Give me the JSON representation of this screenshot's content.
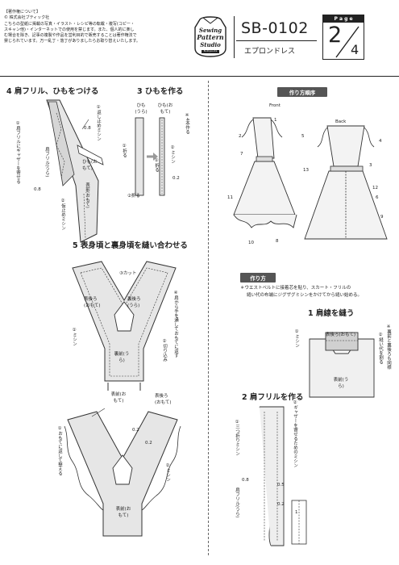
{
  "copyright": {
    "heading": "【著作権について】",
    "owner": "© 株式会社ブティック社",
    "lines": [
      "こちらの型紙に掲載の写真・イラスト・レシピ等の転載・複写(コピー・",
      "スキャン他)・インターネットでの使用を禁じます。また、個人的に楽し",
      "む場合を除き、記事の複製や作品を営利目的で販売することは著作権法で",
      "禁じられています。万一乱丁・落丁がありましたらお取り替えいたします。"
    ]
  },
  "logo": {
    "line1": "Sewing",
    "line2": "Pattern",
    "line3": "Studio",
    "tag": "Boutique-sha"
  },
  "header": {
    "code": "SB-0102",
    "name": "エプロンドレス",
    "page_label": "P a g e",
    "page_current": "2",
    "page_total": "4"
  },
  "step4": {
    "title": "4 肩フリル、ひもをつける",
    "label_stop": "①返し止めミシン",
    "label_gather": "①肩フリルにギャザーを寄せる",
    "label_frill": "肩フリル(うら)",
    "label_tie": "ひも(おもて)",
    "label_front": "表前(おもて)",
    "label_zigzag": "②仮止めミシン",
    "num_a": "0.8",
    "num_b": "0.8"
  },
  "step3": {
    "title": "3 ひもを作る",
    "tie_ura": "ひも(うら)",
    "tie_omote": "ひも(おもて)",
    "note": "※4本作る",
    "fold1": "①折る",
    "fold2": "②折る",
    "fold3": "①折る",
    "stitch": "②ミシン",
    "num": "0.2"
  },
  "step5": {
    "title": "5 表身頃と裏身頃を縫い合わせる",
    "cut": "③カット",
    "back_outer": "表後ろ(おもて)",
    "back_lining": "裏後ろ(うら)",
    "sew1": "①ミシン",
    "notch": "②切り込み",
    "turn": "④肩から手を通しておもてに返す",
    "front_lining": "裏前(うら)",
    "front_outer": "表前(おもて)",
    "back_outer2": "表後ろ(おもて)",
    "press": "①おもてに返して整える",
    "stitch2": "②ミシン",
    "num_a": "0.2",
    "num_b": "0.2",
    "front_outer2": "表前(おもて)"
  },
  "order": {
    "pill": "作り方順序",
    "front": "Front",
    "back": "Back",
    "front_numbers": [
      "1",
      "2",
      "5",
      "7",
      "13",
      "11",
      "10",
      "8"
    ],
    "back_numbers": [
      "4",
      "3",
      "12",
      "6",
      "9"
    ]
  },
  "howto": {
    "pill": "作り方",
    "line1": "＊ウエストベルトに接着芯を貼り、スカート・フリルの",
    "line2": "縫い代の布端にジグザグミシンをかけてから縫い始める。"
  },
  "step1": {
    "title": "1 肩線を縫う",
    "back": "表後ろ(おもて)",
    "sew": "①ミシン",
    "note": "※裏前と裏後ろも同様",
    "press": "②縫い代を割る",
    "front": "表前(うら)"
  },
  "step2": {
    "title": "2 肩フリルを作る",
    "hem": "①三つ折りミシン",
    "gather": "②ギャザーを寄せるためのミシン",
    "num_a": "0.8",
    "num_b": "0.5",
    "num_c": "0.2",
    "frill": "肩フリル(うら)",
    "num_d": "1"
  }
}
